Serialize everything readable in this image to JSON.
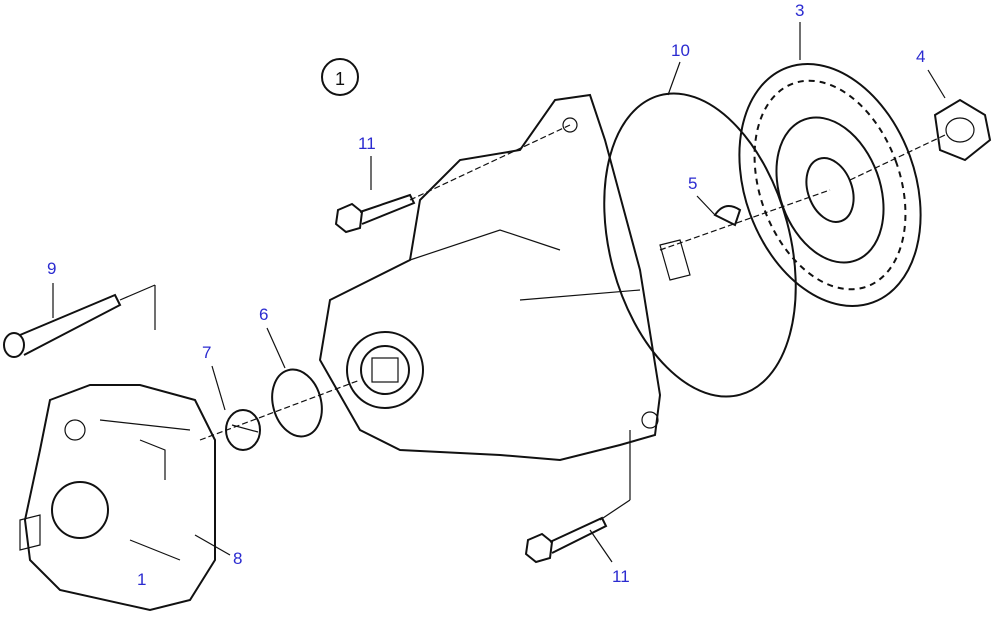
{
  "diagram": {
    "view_marker": "1",
    "callouts": [
      {
        "id": "callout-3",
        "text": "3"
      },
      {
        "id": "callout-4",
        "text": "4"
      },
      {
        "id": "callout-10",
        "text": "10"
      },
      {
        "id": "callout-11-top",
        "text": "11"
      },
      {
        "id": "callout-5",
        "text": "5"
      },
      {
        "id": "callout-9",
        "text": "9"
      },
      {
        "id": "callout-6",
        "text": "6"
      },
      {
        "id": "callout-7",
        "text": "7"
      },
      {
        "id": "callout-8",
        "text": "8"
      },
      {
        "id": "callout-11-bottom",
        "text": "11"
      },
      {
        "id": "callout-1-pump",
        "text": "1"
      }
    ],
    "label_color": "#2b2bd0"
  }
}
